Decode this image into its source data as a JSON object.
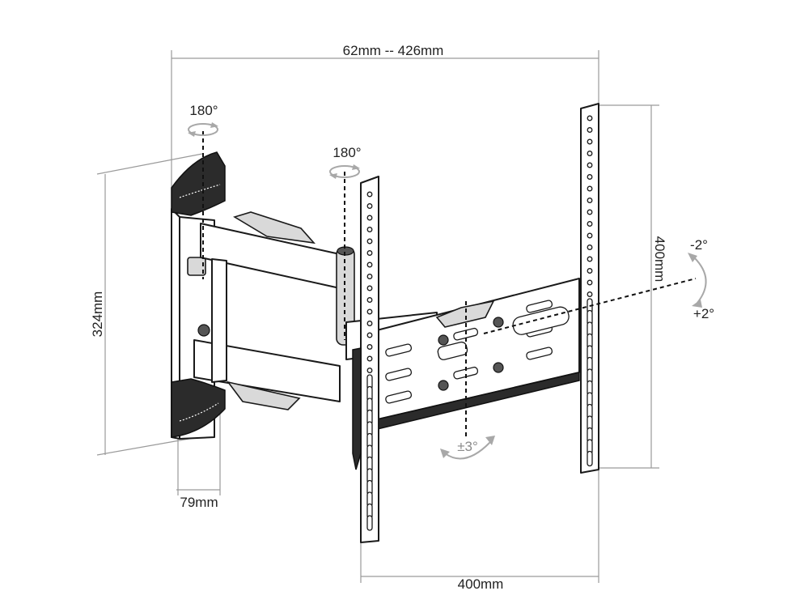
{
  "dimensions": {
    "arm_extension": "62mm -- 426mm",
    "wall_plate_height": "324mm",
    "wall_plate_depth": "79mm",
    "vesa_vertical": "400mm",
    "vesa_horizontal": "400mm"
  },
  "rotations": {
    "wall_swivel": "180°",
    "arm_swivel": "180°",
    "tilt_up": "-2°",
    "tilt_down": "+2°",
    "level_adjust": "±3°"
  },
  "colors": {
    "outline": "#1a1a1a",
    "dimension_line": "#9a9a9a",
    "rotation_arrow": "#a8a8a8",
    "label": "#222222"
  }
}
